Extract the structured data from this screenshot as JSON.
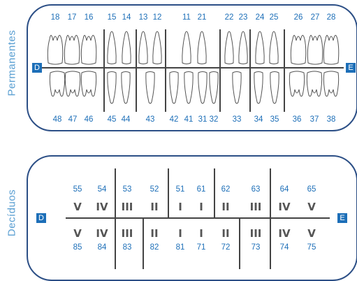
{
  "permanent": {
    "title": "Permanentes",
    "left_marker": "D",
    "right_marker": "E",
    "upper": [
      "18",
      "17",
      "16",
      "15",
      "14",
      "13",
      "12",
      "11",
      "21",
      "22",
      "23",
      "24",
      "25",
      "26",
      "27",
      "28"
    ],
    "lower": [
      "48",
      "47",
      "46",
      "45",
      "44",
      "43",
      "42",
      "41",
      "31",
      "32",
      "33",
      "34",
      "35",
      "36",
      "37",
      "38"
    ]
  },
  "deciduous": {
    "title": "Decíduos",
    "left_marker": "D",
    "right_marker": "E",
    "upper": [
      {
        "num": "55",
        "roman": "V"
      },
      {
        "num": "54",
        "roman": "IV"
      },
      {
        "num": "53",
        "roman": "III"
      },
      {
        "num": "52",
        "roman": "II"
      },
      {
        "num": "51",
        "roman": "I"
      },
      {
        "num": "61",
        "roman": "I"
      },
      {
        "num": "62",
        "roman": "II"
      },
      {
        "num": "63",
        "roman": "III"
      },
      {
        "num": "64",
        "roman": "IV"
      },
      {
        "num": "65",
        "roman": "V"
      }
    ],
    "lower": [
      {
        "num": "85",
        "roman": "V"
      },
      {
        "num": "84",
        "roman": "IV"
      },
      {
        "num": "83",
        "roman": "III"
      },
      {
        "num": "82",
        "roman": "II"
      },
      {
        "num": "81",
        "roman": "I"
      },
      {
        "num": "71",
        "roman": "I"
      },
      {
        "num": "72",
        "roman": "II"
      },
      {
        "num": "73",
        "roman": "III"
      },
      {
        "num": "74",
        "roman": "IV"
      },
      {
        "num": "75",
        "roman": "V"
      }
    ]
  },
  "colors": {
    "border": "#2c4f86",
    "accent": "#1d6fb8",
    "title": "#5a9fd2",
    "text": "#555555"
  }
}
